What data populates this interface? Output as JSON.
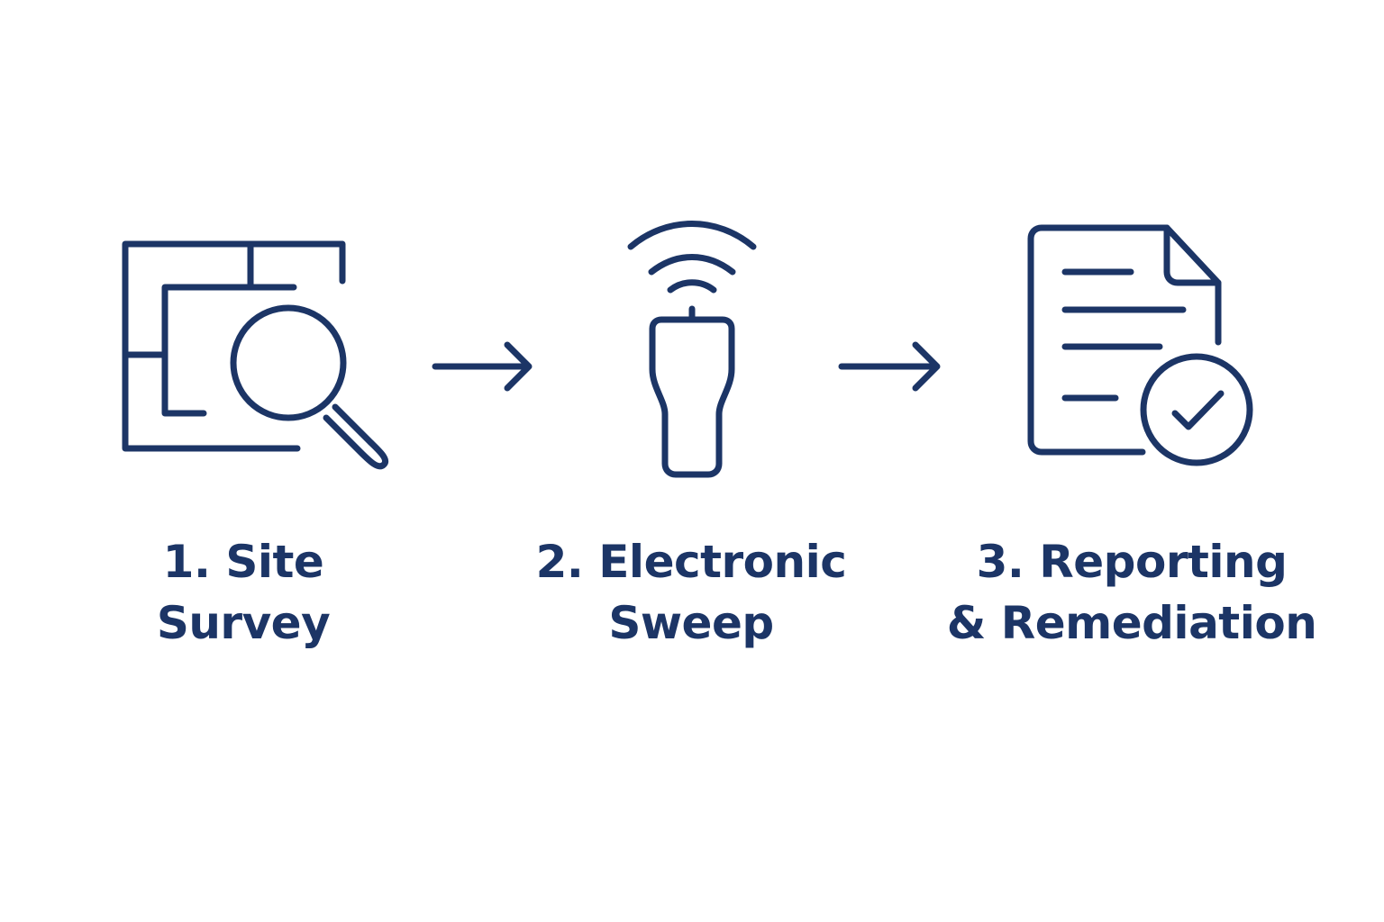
{
  "theme": {
    "ink_color": "#1c3566",
    "background_color": "#ffffff"
  },
  "steps": [
    {
      "icon": "floor-plan-search-icon",
      "line1": "1. Site",
      "line2": "Survey"
    },
    {
      "icon": "signal-detector-icon",
      "line1": "2. Electronic",
      "line2": "Sweep"
    },
    {
      "icon": "document-check-icon",
      "line1": "3. Reporting",
      "line2": "& Remediation"
    }
  ],
  "connectors": [
    {
      "icon": "arrow-right-icon"
    },
    {
      "icon": "arrow-right-icon"
    }
  ]
}
